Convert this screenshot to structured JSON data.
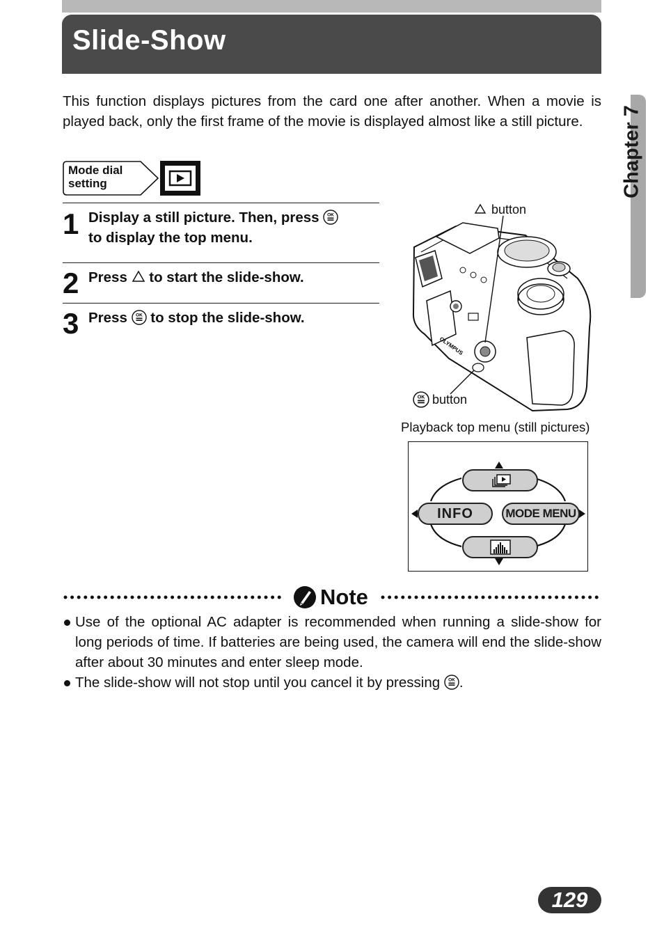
{
  "header": {
    "title": "Slide-Show"
  },
  "chapter_tab": {
    "label": "Chapter 7"
  },
  "intro": "This function displays pictures from the card one after another. When a movie is played back, only the first frame of the movie is displayed almost like a still picture.",
  "mode_dial": {
    "label_line1": "Mode dial",
    "label_line2": "setting",
    "icon": "playback-icon"
  },
  "steps": [
    {
      "number": "1",
      "text_a": "Display a still picture. Then, press",
      "text_b": "to display the top menu."
    },
    {
      "number": "2",
      "text_a": "Press",
      "text_b": "to start the slide-show."
    },
    {
      "number": "3",
      "text_a": "Press",
      "text_b": "to stop the slide-show."
    }
  ],
  "camera_figure": {
    "up_button_label": "button",
    "ok_button_label": "button",
    "brand": "OLYMPUS"
  },
  "menu_figure": {
    "caption": "Playback top menu (still pictures)",
    "left": "INFO",
    "right": "MODE MENU",
    "top_icon": "slideshow-icon",
    "bottom_icon": "histogram-icon"
  },
  "note": {
    "title": "Note",
    "bullets": [
      "Use of the optional AC adapter is recommended when running a slide-show for long periods of time. If batteries are being used, the camera will end the slide-show after about 30 minutes and enter sleep mode.",
      "The slide-show will not stop until you cancel it by pressing"
    ],
    "bullet2_end": "."
  },
  "page_number": "129"
}
